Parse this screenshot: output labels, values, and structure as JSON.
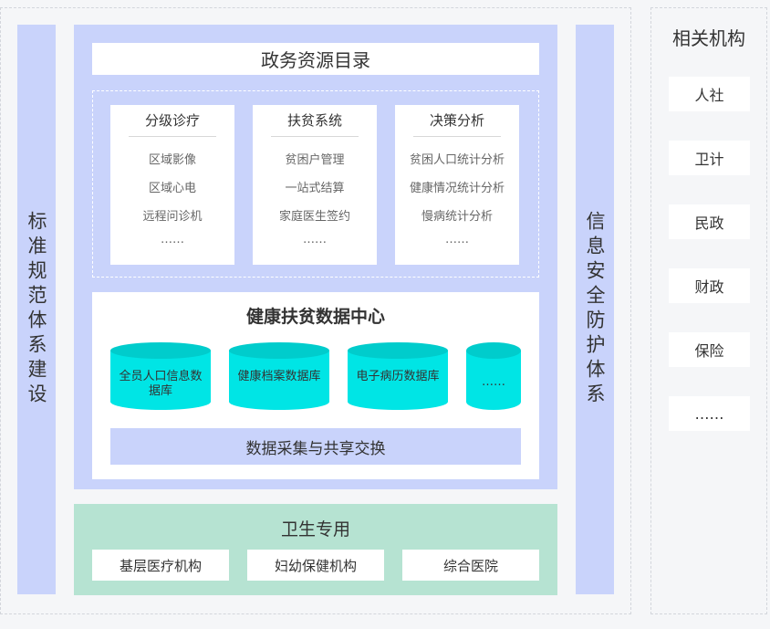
{
  "left_bar": {
    "label": "标准规范体系建设"
  },
  "right_bar": {
    "label": "信息安全防护体系"
  },
  "catalog": {
    "title": "政务资源目录"
  },
  "systems": [
    {
      "title": "分级诊疗",
      "items": [
        "区域影像",
        "区域心电",
        "远程问诊机",
        "……"
      ]
    },
    {
      "title": "扶贫系统",
      "items": [
        "贫困户管理",
        "一站式结算",
        "家庭医生签约",
        "……"
      ]
    },
    {
      "title": "决策分析",
      "items": [
        "贫困人口统计分析",
        "健康情况统计分析",
        "慢病统计分析",
        "……"
      ]
    }
  ],
  "data_center": {
    "title": "健康扶贫数据中心",
    "databases": [
      "全员人口信息数据库",
      "健康档案数据库",
      "电子病历数据库",
      "……"
    ],
    "exchange": "数据采集与共享交换"
  },
  "health": {
    "title": "卫生专用",
    "items": [
      "基层医疗机构",
      "妇幼保健机构",
      "综合医院"
    ]
  },
  "agencies": {
    "title": "相关机构",
    "items": [
      "人社",
      "卫计",
      "民政",
      "财政",
      "保险",
      "……"
    ]
  },
  "colors": {
    "blue": "#c9d3fb",
    "cyan": "#00e5e5",
    "green": "#b6e3d2"
  }
}
